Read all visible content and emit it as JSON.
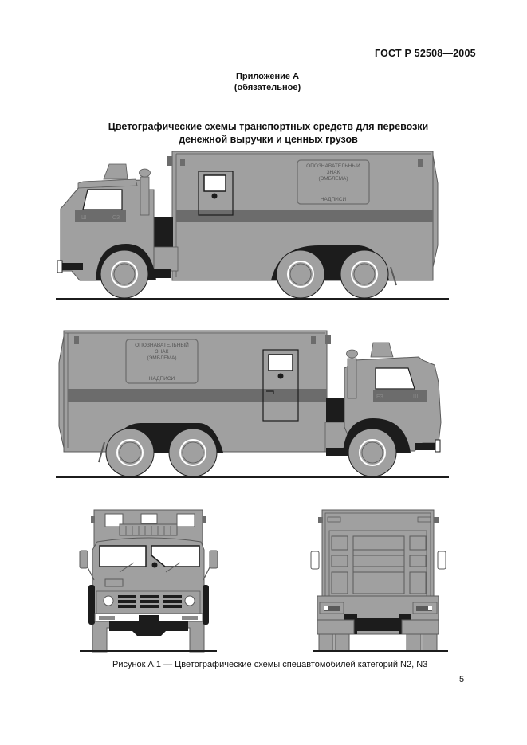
{
  "header": {
    "standard_code": "ГОСТ Р 52508—2005"
  },
  "appendix": {
    "title": "Приложение А",
    "status": "(обязательное)"
  },
  "section": {
    "title_line1": "Цветографические схемы транспортных средств для перевозки",
    "title_line2": "денежной выручки и ценных грузов"
  },
  "figure": {
    "views": [
      {
        "name": "left-side-view",
        "emblem_line1": "ОПОЗНАВАТЕЛЬНЫЙ",
        "emblem_line2": "ЗНАК",
        "emblem_line3": "(ЭМБЛЕМА)",
        "inscriptions": "НАДПИСИ"
      },
      {
        "name": "right-side-view",
        "emblem_line1": "ОПОЗНАВАТЕЛЬНЫЙ",
        "emblem_line2": "ЗНАК",
        "emblem_line3": "(ЭМБЛЕМА)",
        "inscriptions": "НАДПИСИ"
      },
      {
        "name": "front-view"
      },
      {
        "name": "rear-view"
      }
    ],
    "caption": "Рисунок А.1 — Цветографические схемы спецавтомобилей категорий N2, N3",
    "colors": {
      "body": "#a0a0a0",
      "stripe": "#6c6c6c",
      "dark": "#1c1c1c",
      "outline": "#5a5a5a",
      "window": "#ffffff"
    }
  },
  "footer": {
    "page_number": "5"
  }
}
